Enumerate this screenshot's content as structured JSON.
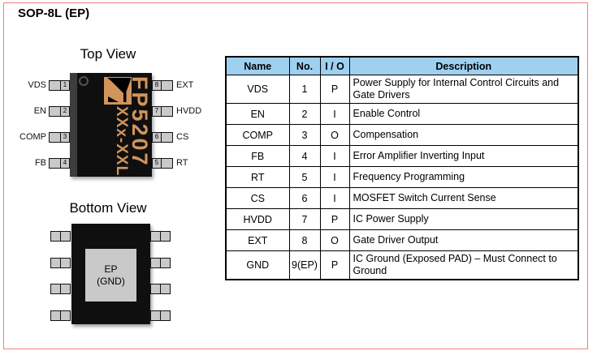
{
  "page": {
    "title": "SOP-8L (EP)"
  },
  "colors": {
    "frame_border": "#f28080",
    "table_header_bg": "#9fd0f0",
    "chip_body": "#0f0f0f",
    "chip_edge": "#3d3d3d",
    "chip_marking": "#d1955c",
    "pin_fill": "#c9c9c9",
    "pad_fill": "#c9c9c9"
  },
  "top_view": {
    "label": "Top View",
    "marking": {
      "line1": "FP5207",
      "line2": "XXx-XXL"
    },
    "left_pins": [
      {
        "name": "VDS",
        "no": "1"
      },
      {
        "name": "EN",
        "no": "2"
      },
      {
        "name": "COMP",
        "no": "3"
      },
      {
        "name": "FB",
        "no": "4"
      }
    ],
    "right_pins": [
      {
        "name": "EXT",
        "no": "8"
      },
      {
        "name": "HVDD",
        "no": "7"
      },
      {
        "name": "CS",
        "no": "6"
      },
      {
        "name": "RT",
        "no": "5"
      }
    ]
  },
  "bottom_view": {
    "label": "Bottom View",
    "pad": {
      "line1": "EP",
      "line2": "(GND)"
    }
  },
  "pin_table": {
    "headers": {
      "name": "Name",
      "no": "No.",
      "io": "I / O",
      "desc": "Description"
    },
    "rows": [
      {
        "name": "VDS",
        "no": "1",
        "io": "P",
        "desc": "Power Supply for Internal Control Circuits and Gate Drivers"
      },
      {
        "name": "EN",
        "no": "2",
        "io": "I",
        "desc": "Enable Control"
      },
      {
        "name": "COMP",
        "no": "3",
        "io": "O",
        "desc": "Compensation"
      },
      {
        "name": "FB",
        "no": "4",
        "io": "I",
        "desc": "Error Amplifier Inverting Input"
      },
      {
        "name": "RT",
        "no": "5",
        "io": "I",
        "desc": "Frequency Programming"
      },
      {
        "name": "CS",
        "no": "6",
        "io": "I",
        "desc": "MOSFET Switch Current Sense"
      },
      {
        "name": "HVDD",
        "no": "7",
        "io": "P",
        "desc": "IC Power Supply"
      },
      {
        "name": "EXT",
        "no": "8",
        "io": "O",
        "desc": "Gate Driver Output"
      },
      {
        "name": "GND",
        "no": "9(EP)",
        "io": "P",
        "desc": "IC Ground (Exposed PAD) – Must Connect to Ground"
      }
    ]
  }
}
